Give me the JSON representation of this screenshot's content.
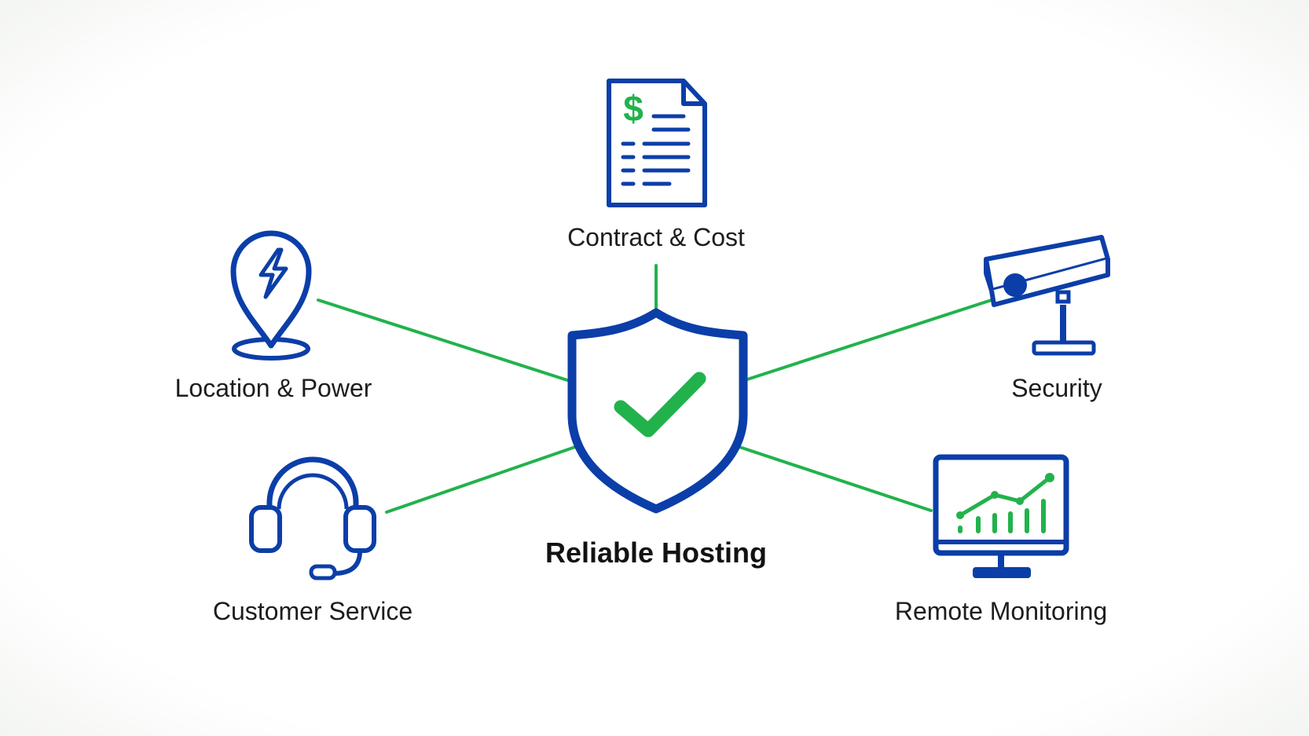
{
  "center": {
    "label": "Reliable Hosting",
    "icon": "shield-check-icon"
  },
  "nodes": [
    {
      "id": "contract",
      "label": "Contract & Cost",
      "icon": "dollar-document-icon"
    },
    {
      "id": "location",
      "label": "Location & Power",
      "icon": "location-power-pin-icon"
    },
    {
      "id": "security",
      "label": "Security",
      "icon": "security-camera-icon"
    },
    {
      "id": "customer",
      "label": "Customer Service",
      "icon": "headset-icon"
    },
    {
      "id": "monitoring",
      "label": "Remote Monitoring",
      "icon": "monitor-chart-icon"
    }
  ],
  "colors": {
    "icon_blue": "#0b3ea8",
    "accent_green": "#22b24c",
    "text": "#1d1d1f"
  }
}
